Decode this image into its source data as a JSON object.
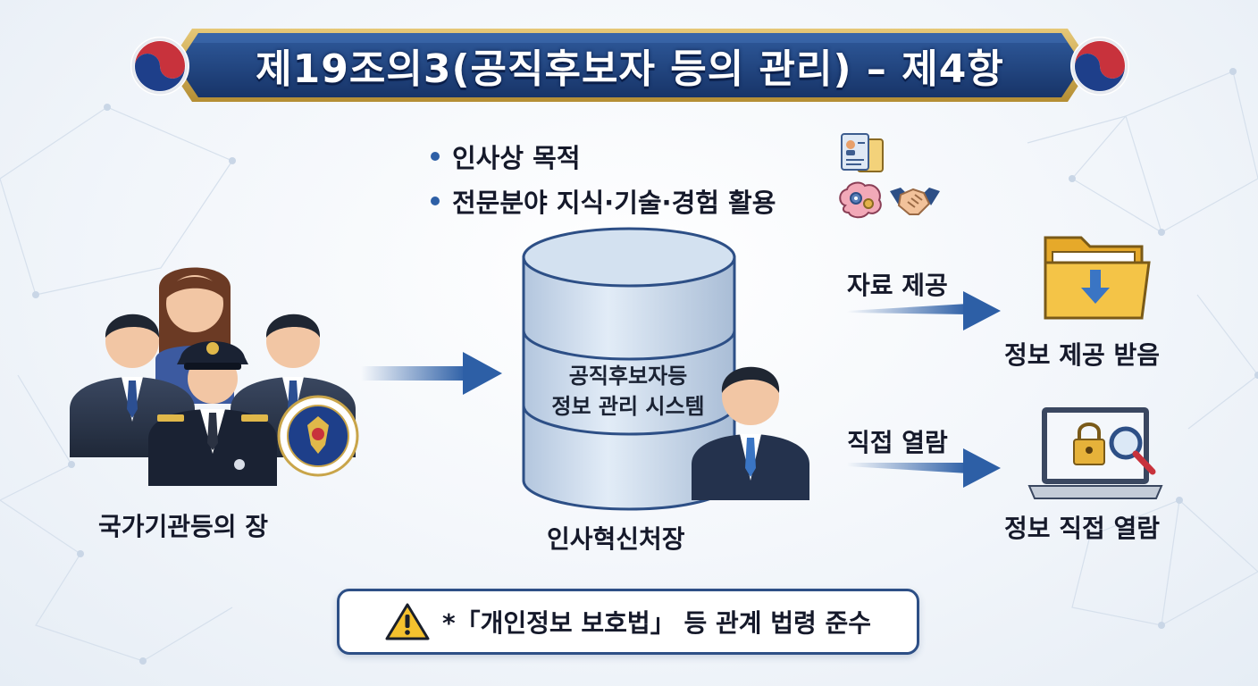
{
  "title": "제19조의3(공직후보자 등의 관리) – 제4항",
  "purposes": [
    "인사상 목적",
    "전문분야 지식·기술·경험 활용"
  ],
  "left_actor": "국가기관등의 장",
  "system": {
    "line1": "공직후보자등",
    "line2": "정보 관리 시스템",
    "owner": "인사혁신처장"
  },
  "outputs": [
    {
      "action": "자료 제공",
      "result": "정보 제공 받음"
    },
    {
      "action": "직접 열람",
      "result": "정보 직접 열람"
    }
  ],
  "notice": "*「개인정보 보호법」 등 관계 법령 준수",
  "icons": [
    "taegeuk-emblem-icon",
    "resume-icon",
    "brain-gears-icon",
    "handshake-icon",
    "police-emblem-icon",
    "folder-download-icon",
    "laptop-lock-search-icon",
    "warning-icon",
    "database-icon"
  ],
  "colors": {
    "banner": "#1d3f7a",
    "gold": "#c9a54a",
    "arrow": "#2d5fa6",
    "db": "#c8d8ea",
    "folder": "#f4c447"
  }
}
